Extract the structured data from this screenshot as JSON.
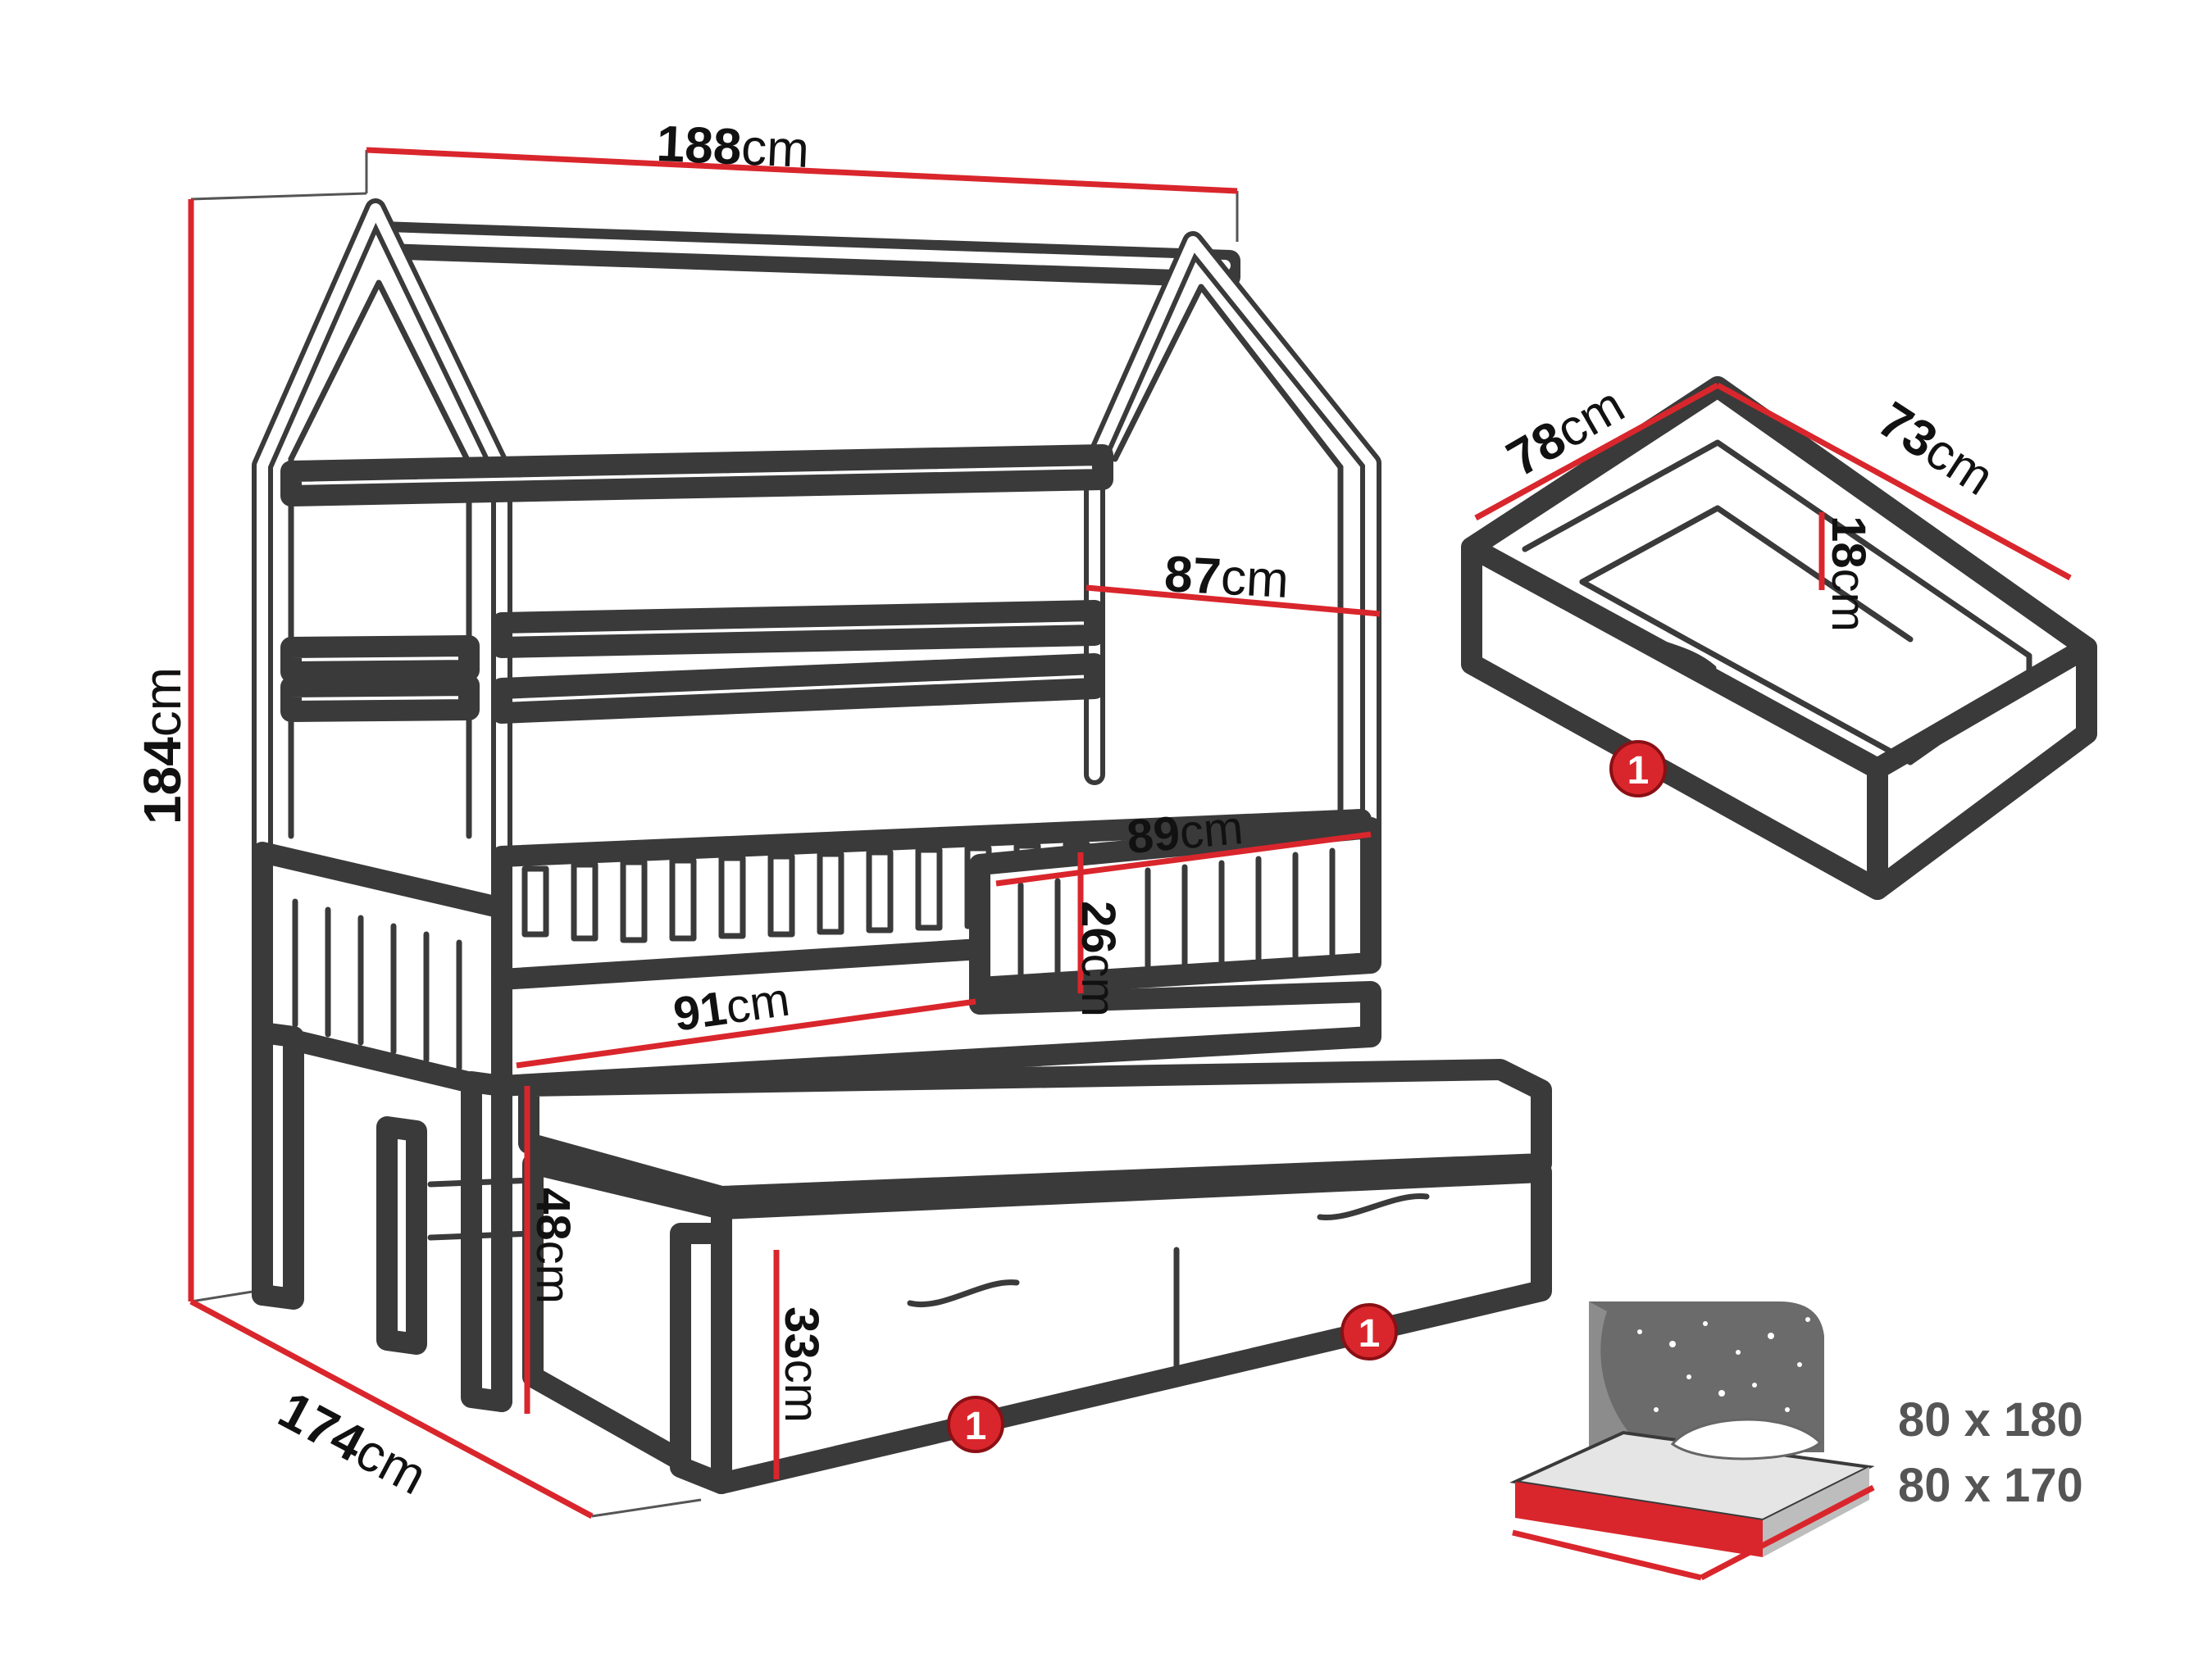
{
  "dimensions": {
    "width_top": {
      "value": "188",
      "unit": "cm"
    },
    "height_total": {
      "value": "184",
      "unit": "cm"
    },
    "depth_total": {
      "value": "174",
      "unit": "cm"
    },
    "roof_side_width": {
      "value": "87",
      "unit": "cm"
    },
    "rail_length": {
      "value": "89",
      "unit": "cm"
    },
    "rail_height": {
      "value": "26",
      "unit": "cm"
    },
    "entry_opening": {
      "value": "91",
      "unit": "cm"
    },
    "bed_height": {
      "value": "48",
      "unit": "cm"
    },
    "trundle_height": {
      "value": "33",
      "unit": "cm"
    },
    "drawer_width": {
      "value": "78",
      "unit": "cm"
    },
    "drawer_depth": {
      "value": "73",
      "unit": "cm"
    },
    "drawer_height": {
      "value": "18",
      "unit": "cm"
    }
  },
  "badges": {
    "drawer_count": "1",
    "trundle_left_count": "1",
    "trundle_right_count": "1"
  },
  "mattress_sizes": {
    "size_top": "80 x 180",
    "size_bottom": "80 x 170"
  },
  "colors": {
    "accent": "#d9262c",
    "outline": "#3a3a3a",
    "text": "#111111",
    "size_text": "#555555",
    "night_panel": "#6b6b6b"
  },
  "icons": {
    "night_sky": "starry-sky-mattress-icon"
  }
}
